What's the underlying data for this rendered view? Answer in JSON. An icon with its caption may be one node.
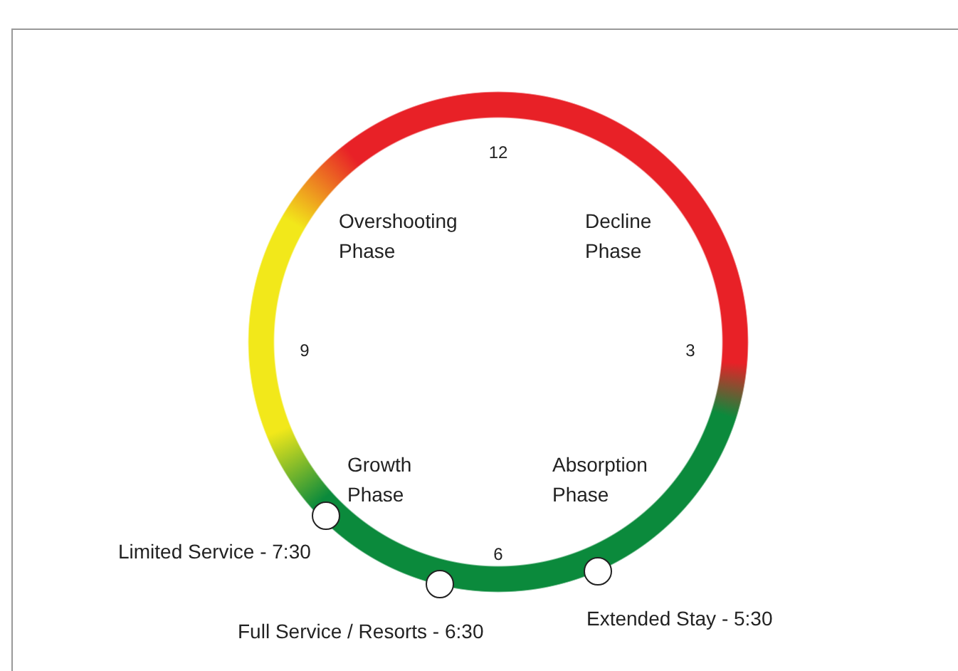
{
  "diagram": {
    "nodes": [
      {
        "text": [],
        "shape": "circle",
        "beside": [
          "Limited Service - 7:30"
        ]
      },
      {
        "text": [],
        "shape": "circle",
        "beside": [
          "Full Service / Resorts - 6:30"
        ]
      },
      {
        "text": [],
        "shape": "circle",
        "beside": [
          "Extended Stay - 5:30"
        ]
      }
    ],
    "labels": [
      "12",
      "Overshooting Phase",
      "Decline Phase",
      "9",
      "3",
      "Growth Phase",
      "Absorption Phase",
      "6"
    ]
  }
}
